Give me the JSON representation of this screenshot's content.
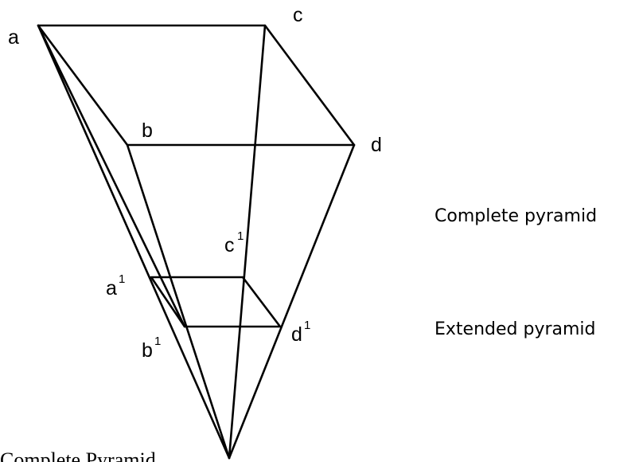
{
  "vertex_labels": {
    "a": "a",
    "b": "b",
    "c": "c",
    "d": "d",
    "a1": "a",
    "b1": "b",
    "c1": "c",
    "d1": "d",
    "superscript": "1"
  },
  "side_labels": {
    "complete": "Complete pyramid",
    "extended": "Extended pyramid"
  },
  "caption": "Complete Pyramid"
}
